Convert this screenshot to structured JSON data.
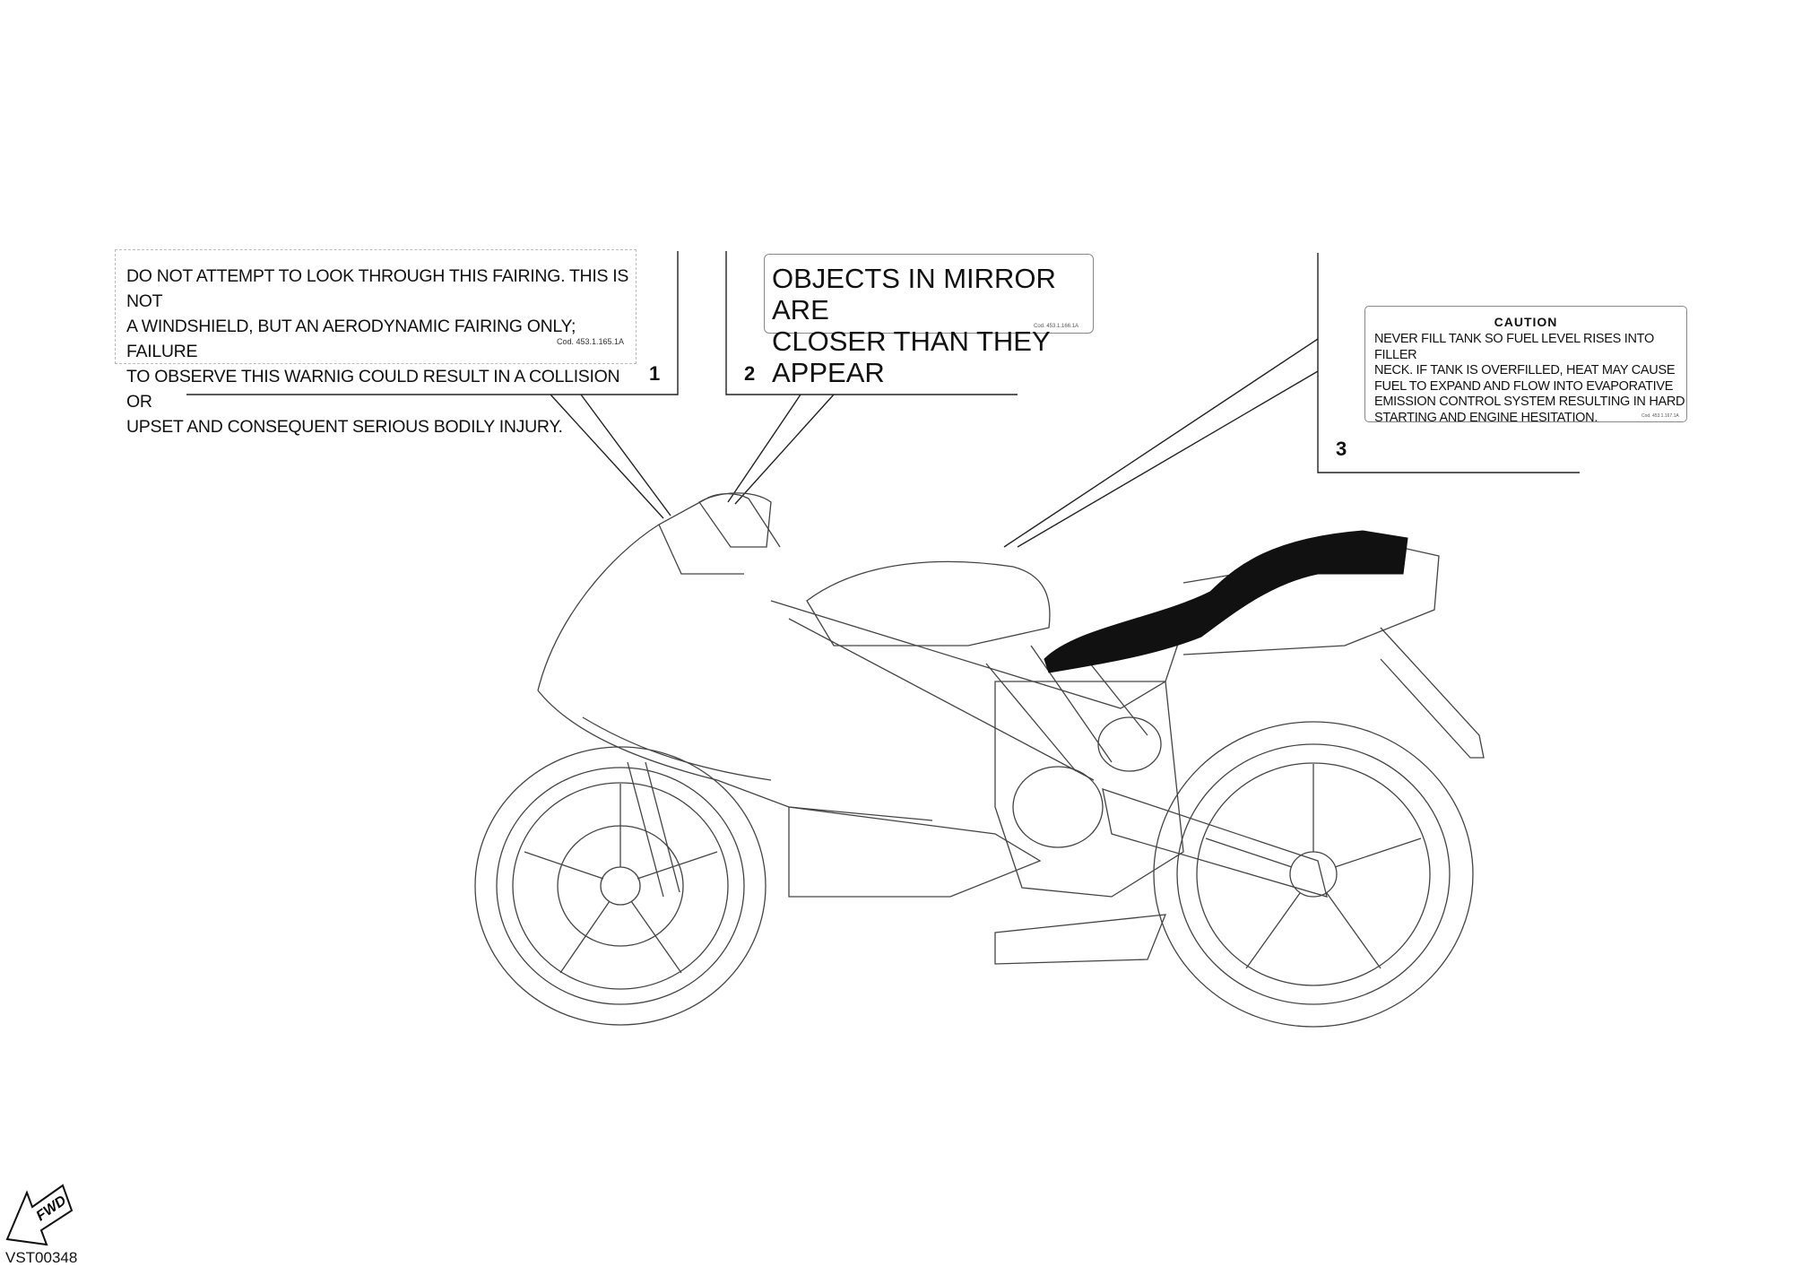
{
  "labels": [
    {
      "number": "1",
      "lines": [
        "DO NOT ATTEMPT TO LOOK THROUGH THIS FAIRING. THIS IS NOT",
        "A WINDSHIELD, BUT AN AERODYNAMIC FAIRING ONLY; FAILURE",
        "TO OBSERVE THIS WARNIG COULD RESULT IN A COLLISION OR",
        "UPSET AND CONSEQUENT SERIOUS BODILY INJURY."
      ],
      "code": "Cod. 453.1.165.1A"
    },
    {
      "number": "2",
      "lines": [
        "OBJECTS IN MIRROR ARE",
        "CLOSER THAN THEY APPEAR"
      ],
      "code": "Cod. 453.1.166.1A"
    },
    {
      "number": "3",
      "heading": "CAUTION",
      "lines": [
        "NEVER FILL TANK SO FUEL LEVEL RISES INTO FILLER",
        "NECK. IF TANK IS OVERFILLED, HEAT MAY CAUSE",
        "FUEL TO EXPAND AND FLOW INTO EVAPORATIVE",
        "EMISSION CONTROL SYSTEM RESULTING IN HARD",
        "STARTING AND ENGINE HESITATION."
      ],
      "code": "Cod. 453.1.167.1A"
    }
  ],
  "fwd_arrow": {
    "text": "FWD",
    "icon": "forward-arrow-icon"
  },
  "figure_code": "VST00348"
}
